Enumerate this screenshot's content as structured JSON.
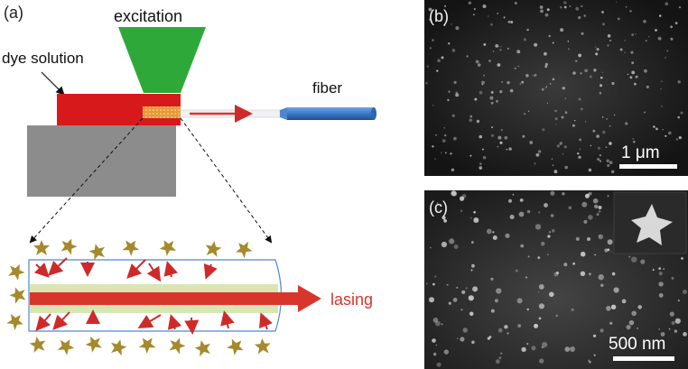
{
  "panel_a": {
    "label": "(a)",
    "excitation_label": "excitation",
    "dye_solution_label": "dye solution",
    "fiber_label": "fiber",
    "lasing_label": "lasing",
    "colors": {
      "excitation_cone": "#2fa83a",
      "dye_block": "#d7191c",
      "substrate": "#8c8c8c",
      "fiber_core": "#e6a74a",
      "fiber": "#3a78c8",
      "nanostar": "#a48a2c",
      "lasing_arrow": "#d9362b",
      "core_band": "#d9e6b4",
      "emission_arrow": "#cf2a2a"
    }
  },
  "panel_b": {
    "label": "(b)",
    "scale_bar_label": "1 μm"
  },
  "panel_c": {
    "label": "(c)",
    "scale_bar_label": "500 nm"
  }
}
